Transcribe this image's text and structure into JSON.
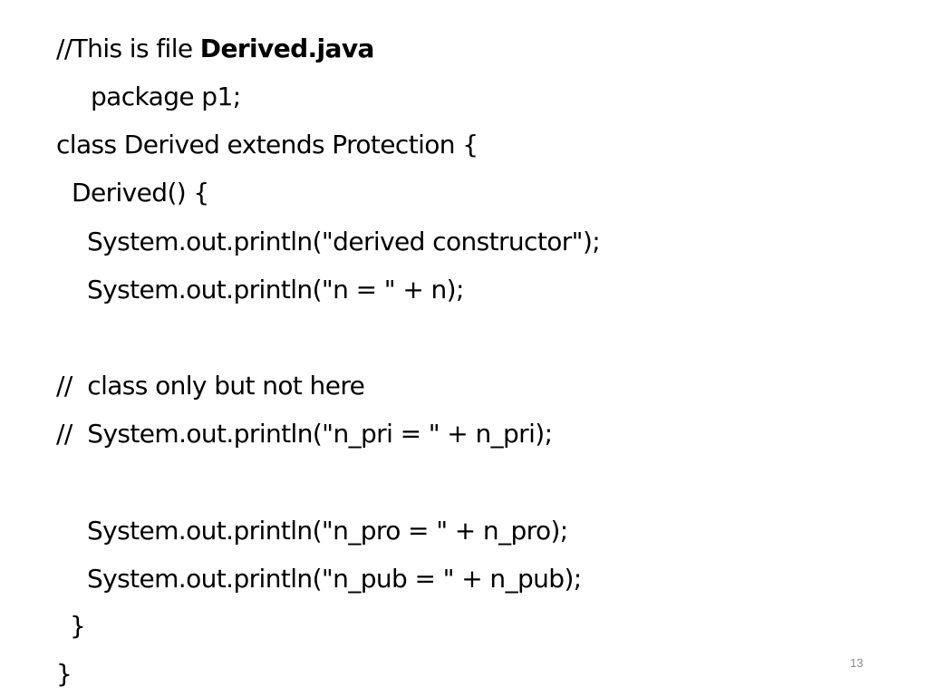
{
  "slide": {
    "lines": [
      {
        "prefix": "//This is file ",
        "bold": "Derived.java"
      },
      {
        "text": "package p1;"
      },
      {
        "text": "class Derived extends Protection {"
      },
      {
        "text": "Derived() {"
      },
      {
        "text": "System.out.println(\"derived constructor\");"
      },
      {
        "text": "System.out.println(\"n = \" + n);"
      },
      {
        "text": "//  class only but not here"
      },
      {
        "text": "//  System.out.println(\"n_pri = \" + n_pri);"
      },
      {
        "text": "System.out.println(\"n_pro = \" + n_pro);"
      },
      {
        "text": "System.out.println(\"n_pub = \" + n_pub);"
      },
      {
        "text": "}"
      },
      {
        "text": "}"
      }
    ],
    "page_number": "13"
  }
}
